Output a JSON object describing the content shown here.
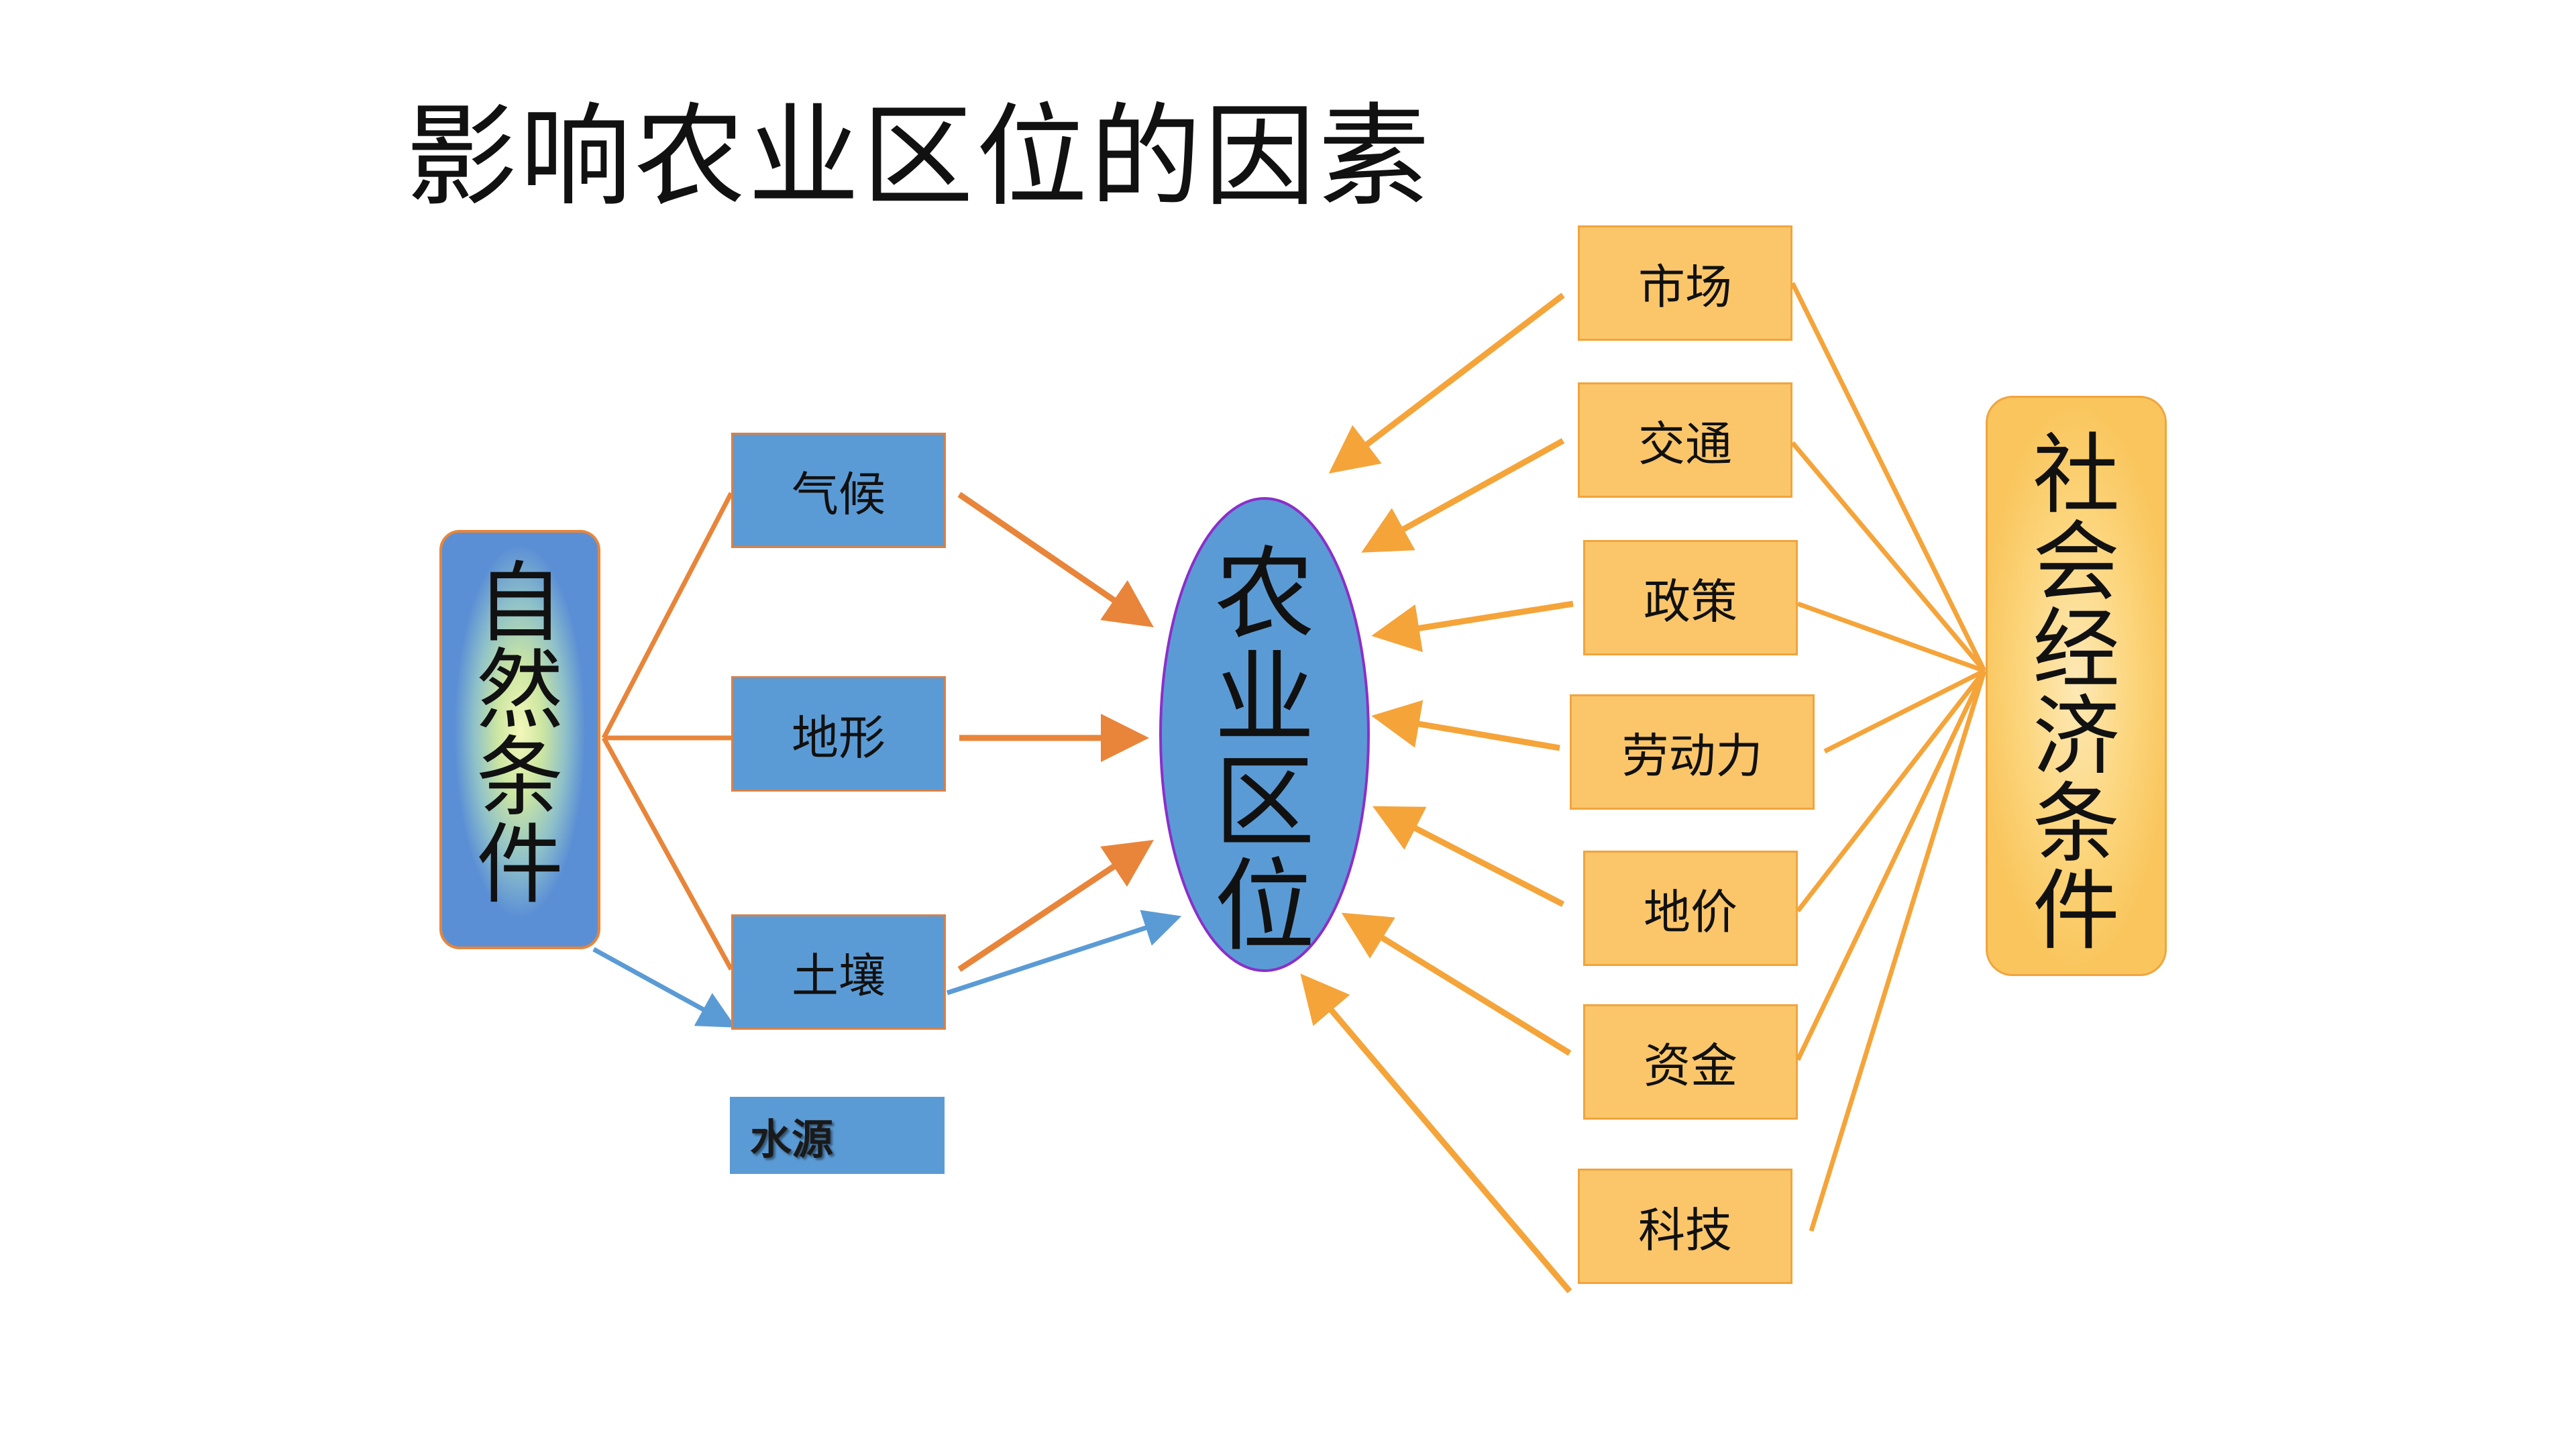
{
  "title": "影响农业区位的因素",
  "natural": {
    "chars": [
      "自",
      "然",
      "条",
      "件"
    ]
  },
  "center": {
    "chars": [
      "农",
      "业",
      "区",
      "位"
    ]
  },
  "social": {
    "chars": [
      "社",
      "会",
      "经",
      "济",
      "条",
      "件"
    ]
  },
  "natural_factors": [
    "气候",
    "地形",
    "土壤"
  ],
  "water_source": "水源",
  "social_factors": [
    "市场",
    "交通",
    "政策",
    "劳动力",
    "地价",
    "资金",
    "科技"
  ],
  "colors": {
    "orange_line": "#e8853a",
    "social_line": "#f5a43a",
    "blue_line": "#5b9bd5",
    "box_blue": "#5b9bd5",
    "box_orange": "#fbc66a",
    "ellipse_blue": "#5b9bd5",
    "ellipse_border": "#8b2fc9"
  }
}
